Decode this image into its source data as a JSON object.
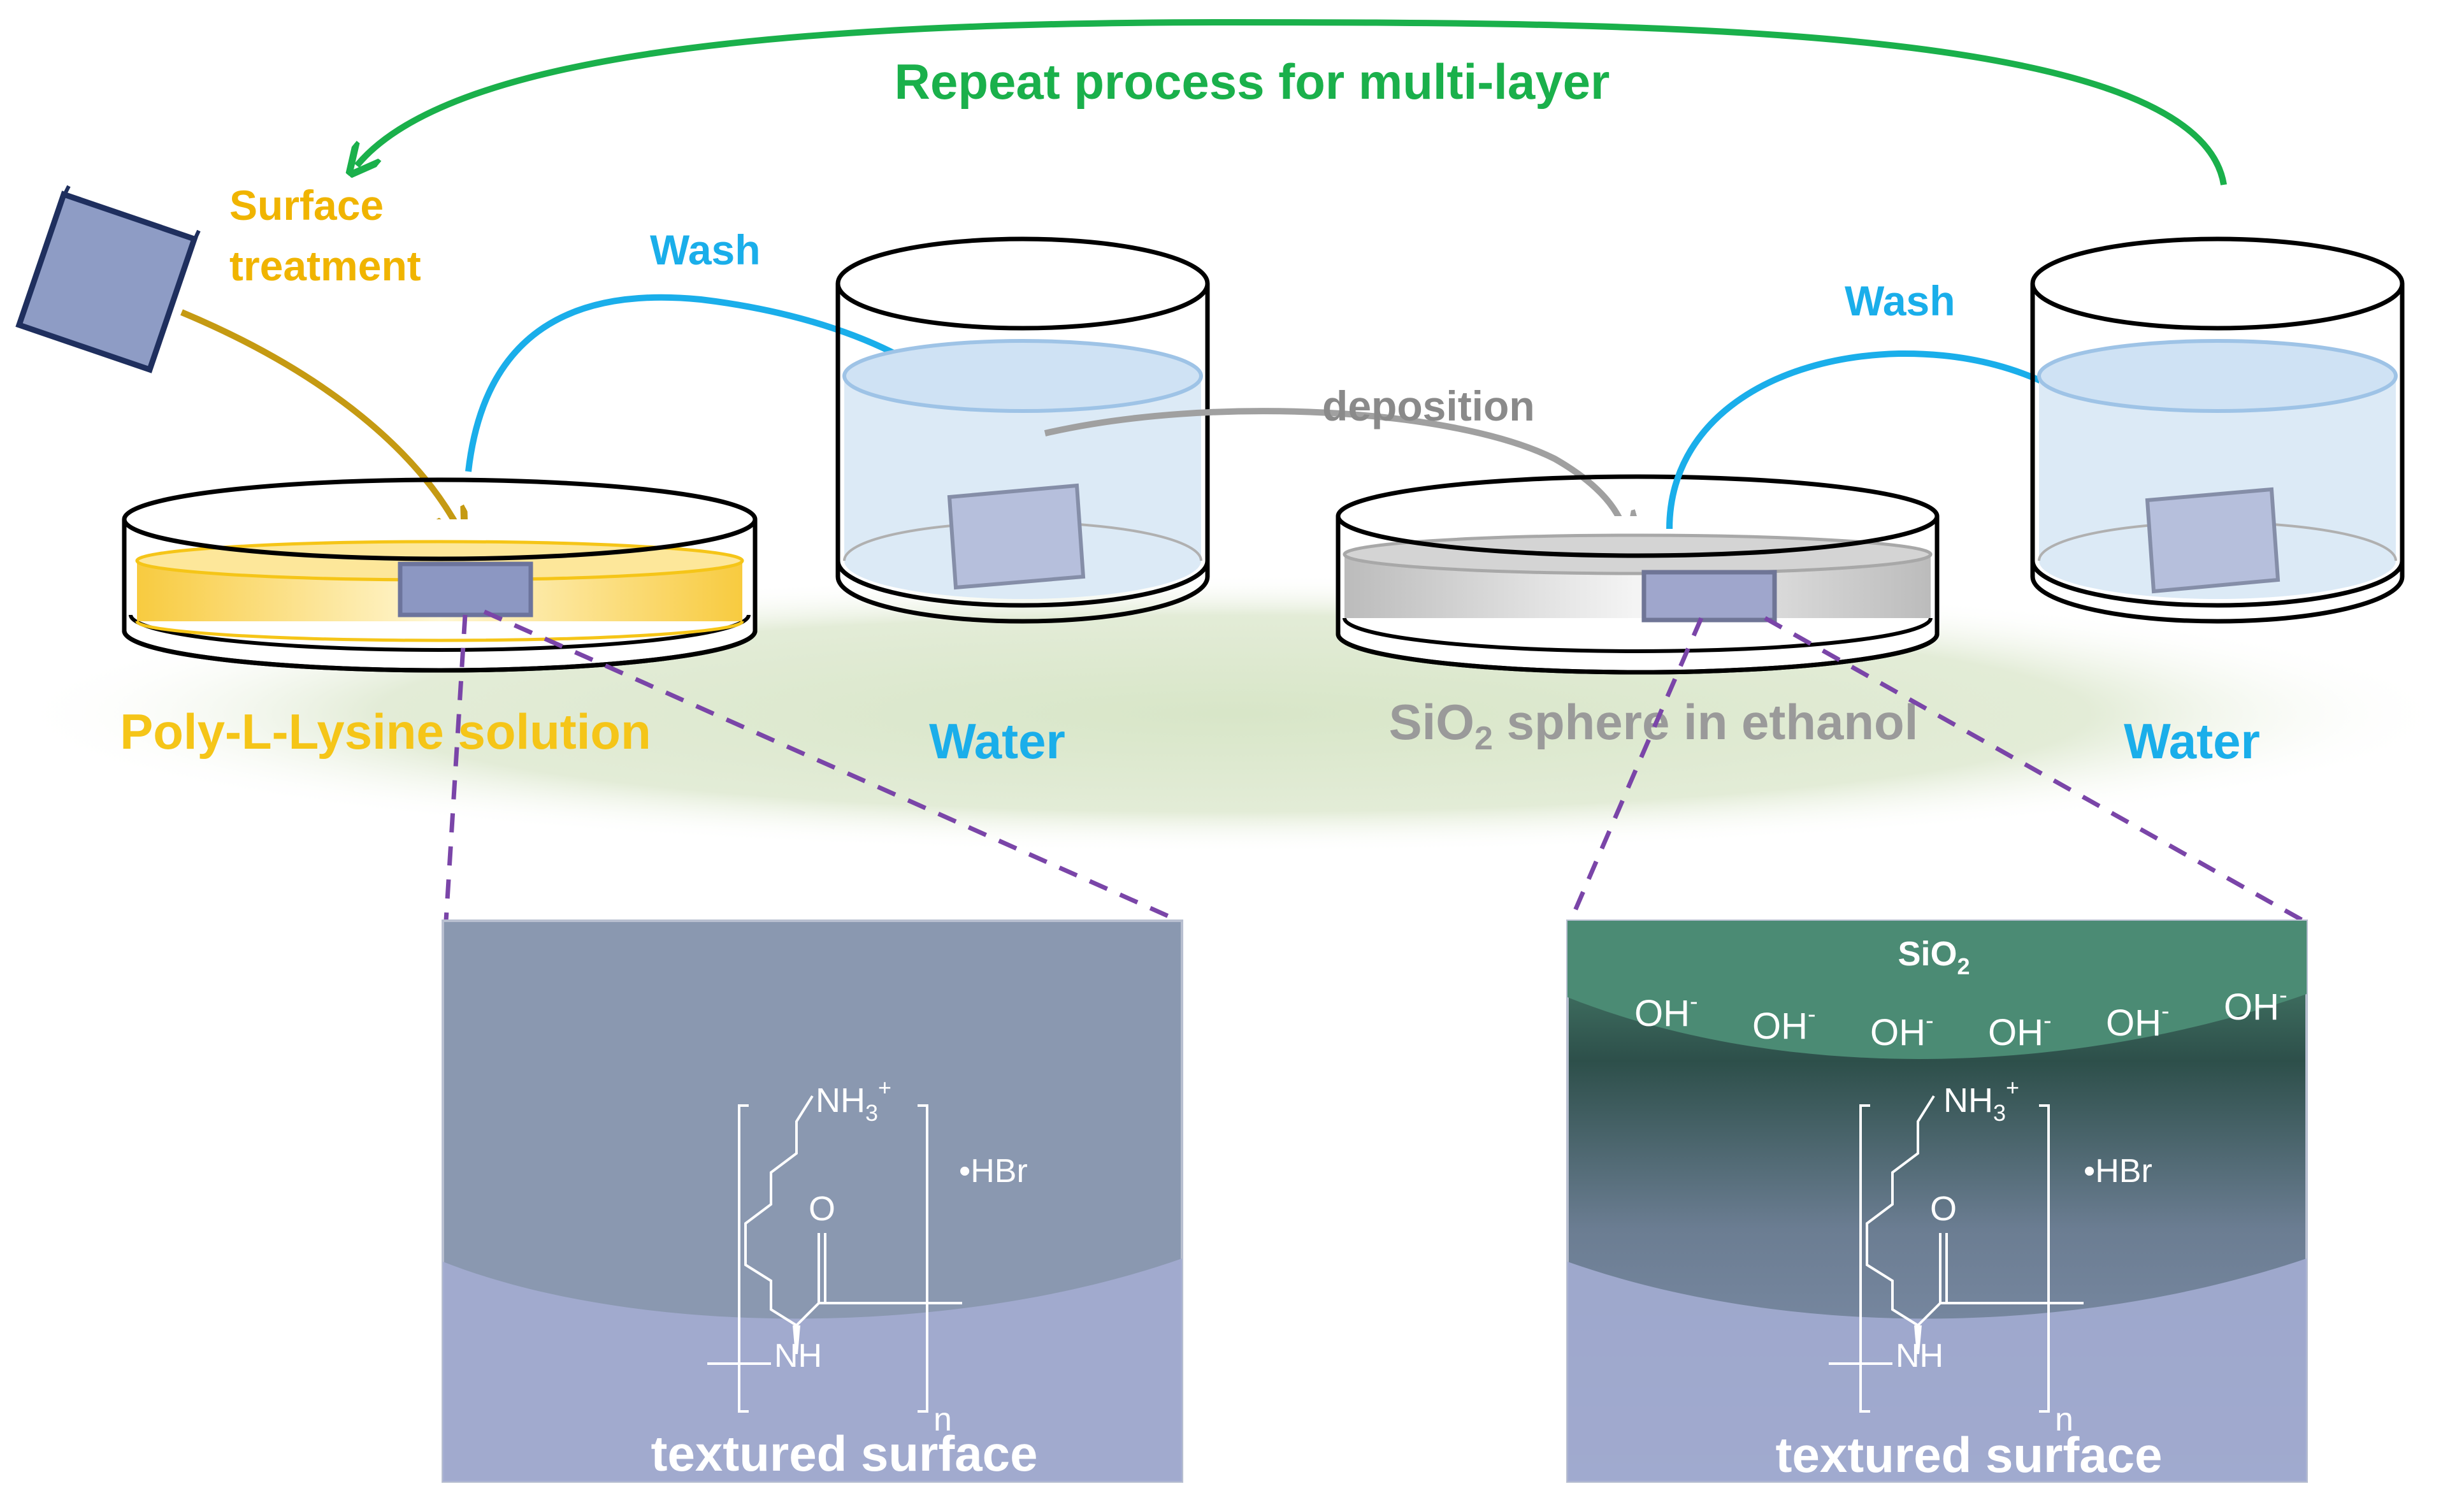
{
  "labels": {
    "repeat": "Repeat process for multi-layer",
    "surface_treatment": [
      "Surface",
      "treatment"
    ],
    "wash_1": "Wash",
    "wash_2": "Wash",
    "deposition": "deposition",
    "pll_solution": "Poly-L-Lysine solution",
    "water_1": "Water",
    "water_2": "Water",
    "sio2_sphere": {
      "pre": "SiO",
      "sub": "2",
      "post": " sphere in ethanol"
    }
  },
  "panel_left": {
    "surface_label": "textured surface",
    "nh3": "NH",
    "nh3_sub": "3",
    "nh3_sup": "+",
    "hbr": "•HBr",
    "o": "O",
    "nh": "NH",
    "n": "n"
  },
  "panel_right": {
    "sio2": {
      "pre": "SiO",
      "sub": "2"
    },
    "oh_groups": [
      "OH",
      "OH",
      "OH",
      "OH",
      "OH",
      "OH"
    ],
    "oh_charge": "-",
    "surface_label": "textured surface",
    "nh3": "NH",
    "nh3_sub": "3",
    "nh3_sup": "+",
    "hbr": "•HBr",
    "o": "O",
    "nh": "NH",
    "n": "n"
  },
  "colors": {
    "repeat_green": "#1ab04b",
    "surface_gold": "#f0b400",
    "wash_blue": "#1aaeea",
    "deposition_gray": "#9a9a9a",
    "pll_yellow": "#f5c518",
    "dashed_purple": "#7a45a8",
    "panel_blue": "#8e9cb8",
    "panel_green": "#3f7a66",
    "ground_green": "#dde8cf"
  }
}
